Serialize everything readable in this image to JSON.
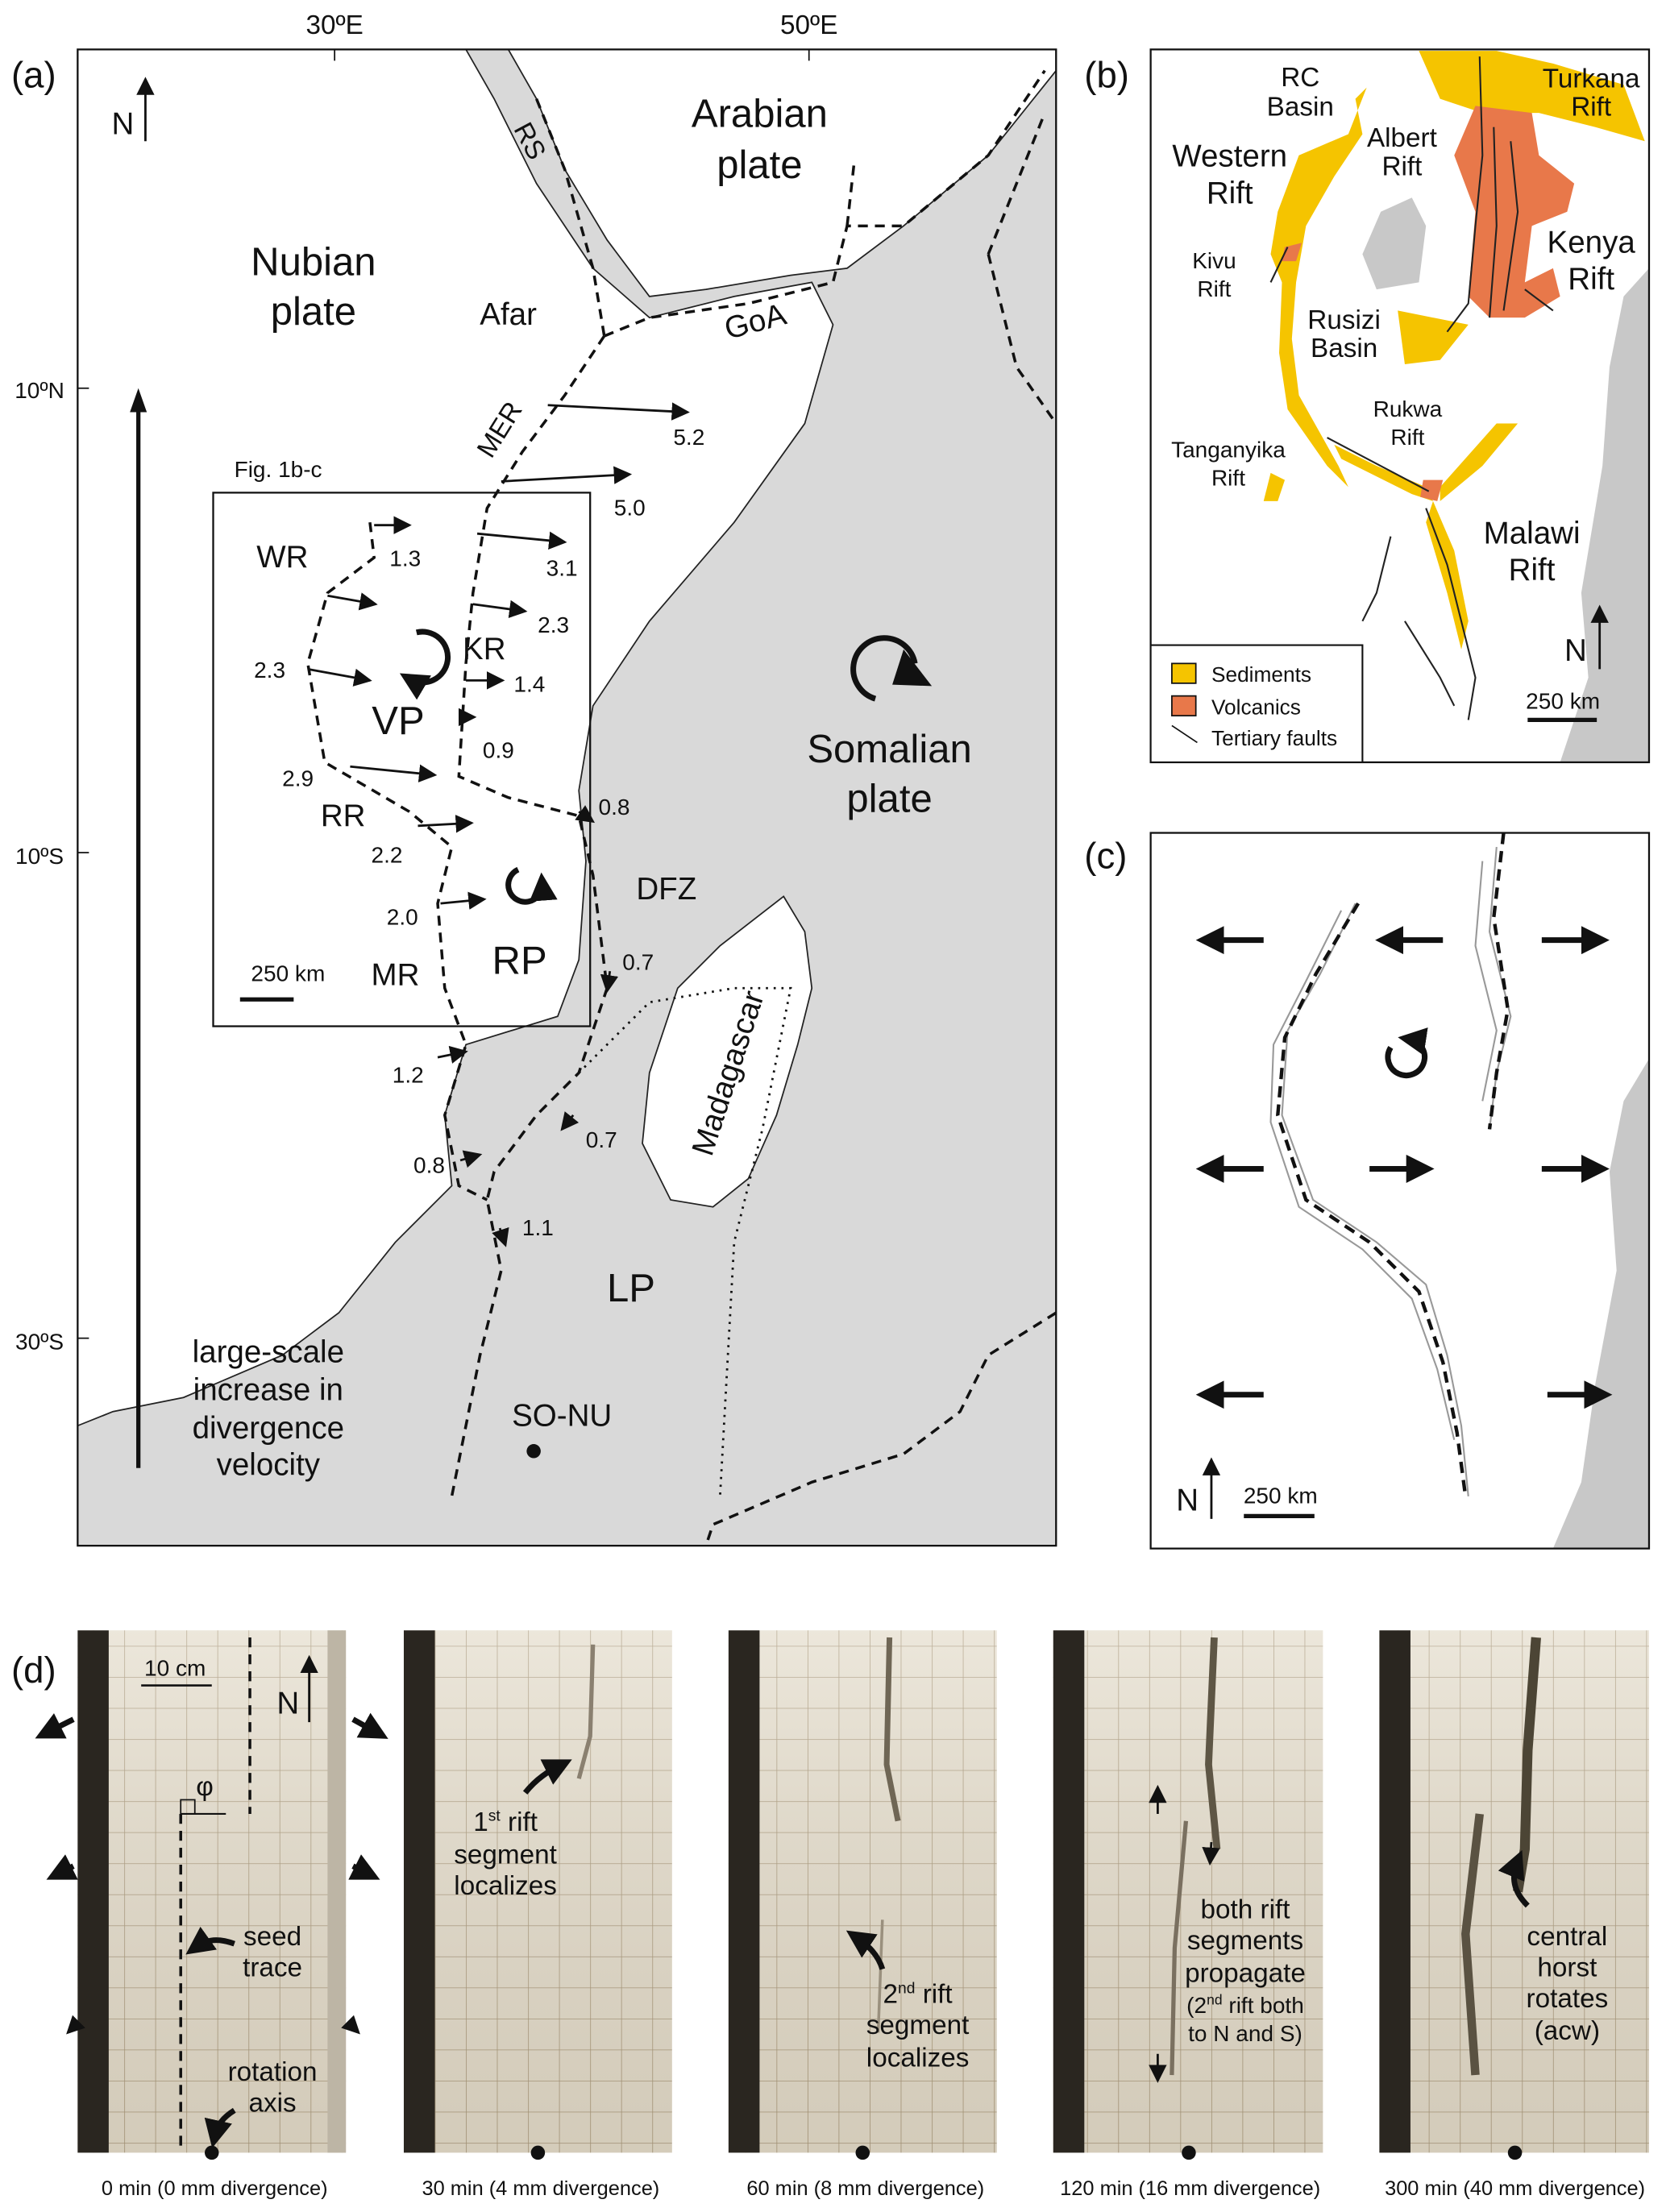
{
  "panel_labels": {
    "a": "(a)",
    "b": "(b)",
    "c": "(c)",
    "d": "(d)"
  },
  "colors": {
    "sea": "#d9d9d9",
    "sediments": "#f5c400",
    "volcanics": "#e8784a",
    "photo": "#e3dccb"
  },
  "panel_a": {
    "lon_ticks": [
      "30ºE",
      "50ºE"
    ],
    "lat_ticks": [
      "10ºN",
      "10ºS",
      "30ºS"
    ],
    "north": "N",
    "nubian": [
      "Nubian",
      "plate"
    ],
    "arabian": [
      "Arabian",
      "plate"
    ],
    "somalian": [
      "Somalian",
      "plate"
    ],
    "afar": "Afar",
    "rs": "RS",
    "goa": "GoA",
    "mer": "MER",
    "fig_ref": "Fig. 1b-c",
    "wr": "WR",
    "vp": "VP",
    "kr": "KR",
    "rr": "RR",
    "rp": "RP",
    "mr": "MR",
    "dfz": "DFZ",
    "madagascar": "Madagascar",
    "lp": "LP",
    "so_nu": "SO-NU",
    "scale": "250 km",
    "velocity_note": [
      "large-scale",
      "increase in",
      "divergence",
      "velocity"
    ],
    "velocities": [
      "5.2",
      "5.0",
      "1.3",
      "3.1",
      "2.3",
      "2.3",
      "1.4",
      "0.9",
      "2.9",
      "0.8",
      "2.2",
      "2.0",
      "0.7",
      "1.2",
      "0.7",
      "0.8",
      "1.1"
    ]
  },
  "panel_b": {
    "labels": {
      "rc": [
        "RC",
        "Basin"
      ],
      "western": [
        "Western",
        "Rift"
      ],
      "albert": [
        "Albert",
        "Rift"
      ],
      "turkana": [
        "Turkana",
        "Rift"
      ],
      "kenya": [
        "Kenya",
        "Rift"
      ],
      "kivu": [
        "Kivu",
        "Rift"
      ],
      "rusizi": [
        "Rusizi",
        "Basin"
      ],
      "rukwa": [
        "Rukwa",
        "Rift"
      ],
      "tanganyika": [
        "Tanganyika",
        "Rift"
      ],
      "malawi": [
        "Malawi",
        "Rift"
      ]
    },
    "legend": [
      "Sediments",
      "Volcanics",
      "Tertiary faults"
    ],
    "north": "N",
    "scale": "250 km"
  },
  "panel_c": {
    "north": "N",
    "scale": "250 km"
  },
  "panel_d": {
    "scale": "10 cm",
    "north": "N",
    "phi": "φ",
    "annotations": {
      "seed": [
        "seed",
        "trace"
      ],
      "axis": [
        "rotation",
        "axis"
      ],
      "first": [
        "1",
        "st",
        " rift",
        "segment",
        "localizes"
      ],
      "second": [
        "2",
        "nd",
        " rift",
        "segment",
        "localizes"
      ],
      "both": [
        "both rift",
        "segments",
        "propagate",
        "(2",
        "nd",
        " rift both",
        "to N and S)"
      ],
      "horst": [
        "central",
        "horst",
        "rotates",
        "(acw)"
      ]
    },
    "captions": [
      "0 min (0 mm divergence)",
      "30 min (4 mm divergence)",
      "60 min (8 mm divergence)",
      "120 min (16 mm divergence)",
      "300 min (40 mm divergence)"
    ]
  }
}
